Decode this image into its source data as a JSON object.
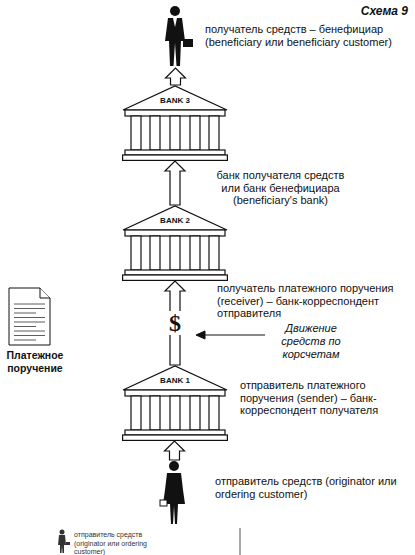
{
  "diagram": {
    "title": "Схема 9",
    "nodes": [
      {
        "text": [
          "получатель средств – бенефициар (beneficiary или beneficiary customer)"
        ]
      },
      {
        "text": [
          "BANK 3",
          "банк получателя средств или банк бенефициара (beneficiary's bank)"
        ]
      },
      {
        "text": [
          "BANK 2",
          "получатель платежного поручения (receiver) – банк-корреспондент отправителя"
        ]
      },
      {
        "text": [
          "BANK 1",
          "отправитель платежного поручения (sender) – банк-корреспондент получателя"
        ]
      },
      {
        "text": [
          "отправитель средств (originator или ordering customer)"
        ]
      }
    ],
    "edges": [
      {
        "from": 4,
        "to": 3,
        "arrow": "to"
      },
      {
        "from": 3,
        "to": 2,
        "label": "$",
        "arrow": "to"
      },
      {
        "from": 2,
        "to": 1,
        "arrow": "to"
      },
      {
        "from": 1,
        "to": 0,
        "arrow": "to"
      }
    ],
    "labels": [
      "Платежное поручение",
      "Движение средств по корсчетам",
      "отправитель средств (originator или ordering customer)"
    ]
  }
}
